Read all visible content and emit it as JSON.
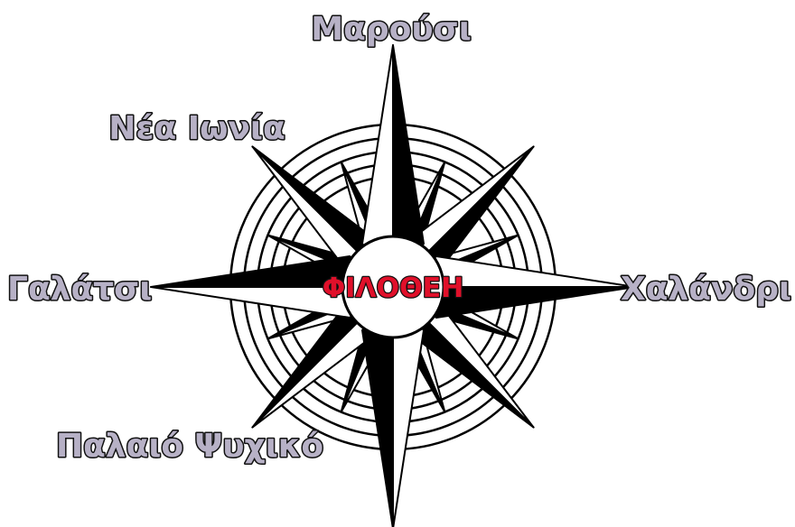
{
  "compass": {
    "center_label": "ΦΙΛΟΘΕΗ",
    "north_label": "Μαρούσι",
    "northwest_label": "Νέα Ιωνία",
    "west_label": "Γαλάτσι",
    "east_label": "Χαλάνδρι",
    "southwest_label": "Παλαιό Ψυχικό"
  },
  "colors": {
    "center_text": "#e0102a",
    "place_text": "#b7b1c6",
    "text_outline": "#111111",
    "rose_dark": "#000000",
    "rose_light": "#ffffff"
  }
}
